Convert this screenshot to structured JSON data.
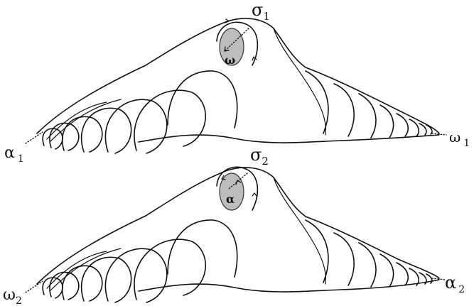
{
  "labels": {
    "sigma1": "σ",
    "sigma1_sub": "1",
    "sigma2": "σ",
    "sigma2_sub": "2",
    "alpha1": "α",
    "alpha1_sub": "1",
    "omega1": "ω",
    "omega1_sub": "1",
    "omega2": "ω",
    "omega2_sub": "2",
    "alpha2": "α",
    "alpha2_sub": "2",
    "disk_top": "ω",
    "disk_bottom": "α"
  },
  "colors": {
    "ink": "#111111",
    "disk_fill": "#bdbdbd"
  }
}
